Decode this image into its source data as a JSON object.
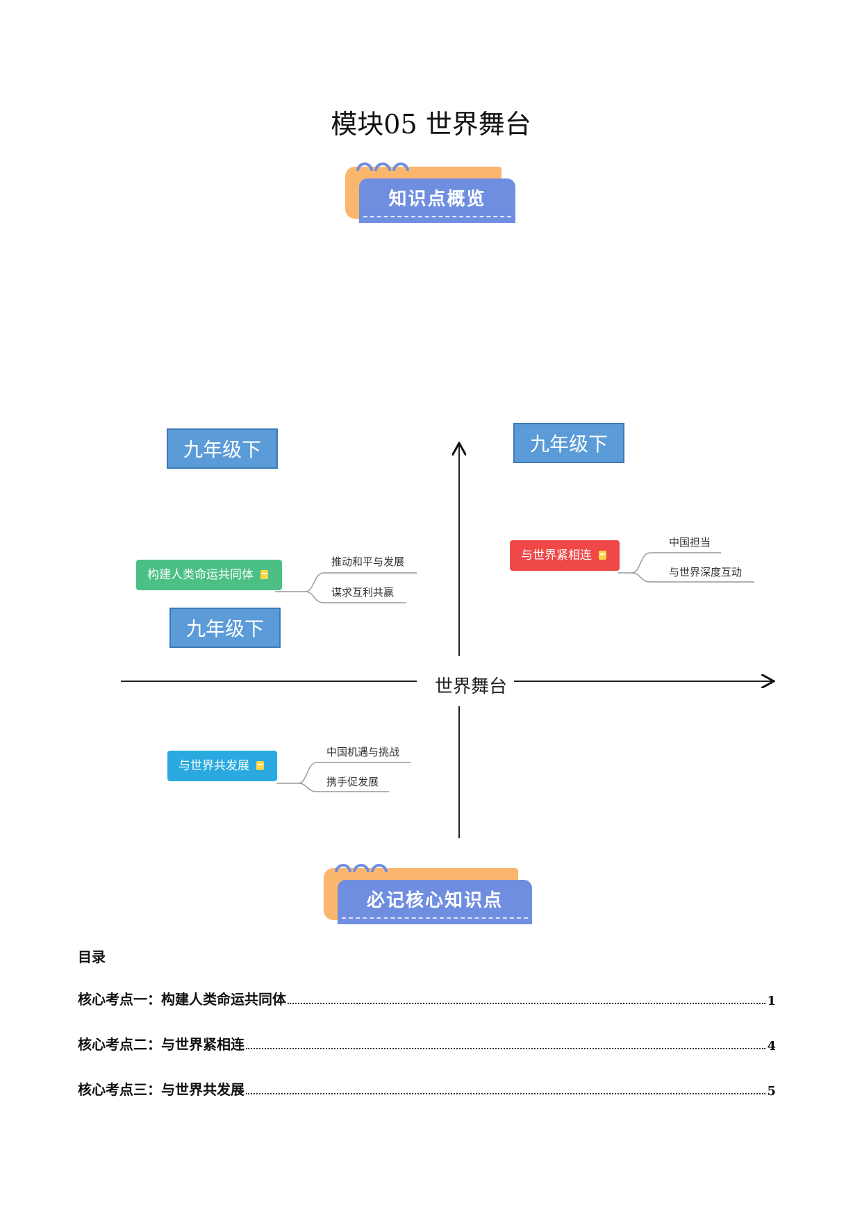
{
  "title": "模块05 世界舞台",
  "banners": {
    "overview": "知识点概览",
    "core": "必记核心知识点"
  },
  "mindmap": {
    "center": "世界舞台",
    "grade_labels": [
      "九年级下",
      "九年级下",
      "九年级下"
    ],
    "topics": [
      {
        "label": "构建人类命运共同体",
        "color": "#4cbf85",
        "branches": [
          "推动和平与发展",
          "谋求互利共赢"
        ]
      },
      {
        "label": "与世界紧相连",
        "color": "#f04747",
        "branches": [
          "中国担当",
          "与世界深度互动"
        ]
      },
      {
        "label": "与世界共发展",
        "color": "#2aa9e0",
        "branches": [
          "中国机遇与挑战",
          "携手促发展"
        ]
      }
    ]
  },
  "toc": {
    "heading": "目录",
    "items": [
      {
        "text": "核心考点一：构建人类命运共同体",
        "page": "1"
      },
      {
        "text": "核心考点二：与世界紧相连",
        "page": "4"
      },
      {
        "text": "核心考点三：与世界共发展",
        "page": "5"
      }
    ]
  }
}
